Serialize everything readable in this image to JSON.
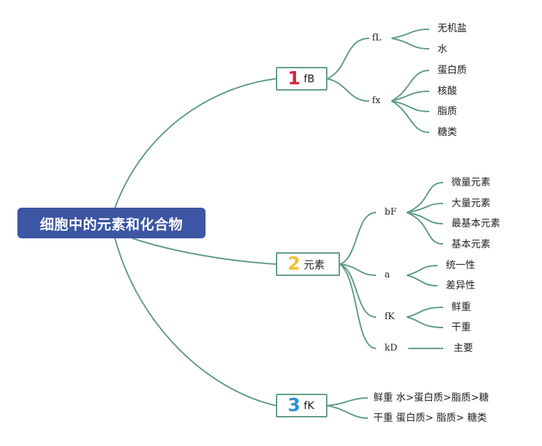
{
  "root": {
    "label": "细胞中的元素和化合物",
    "color": "#3c56a3"
  },
  "branches": [
    {
      "number": "1",
      "number_color": "#d7263d",
      "label": "fB",
      "children": [
        {
          "label": "fL",
          "leaves": [
            "无机盐",
            "水"
          ]
        },
        {
          "label": "fx",
          "leaves": [
            "蛋白质",
            "核酸",
            "脂质",
            "糖类"
          ]
        }
      ]
    },
    {
      "number": "2",
      "number_color": "#f2c12e",
      "label": "元素",
      "children": [
        {
          "label": "bF",
          "leaves": [
            "微量元素",
            "大量元素",
            "最基本元素",
            "基本元素"
          ]
        },
        {
          "label": "a",
          "leaves": [
            "统一性",
            "差异性"
          ]
        },
        {
          "label": "fK",
          "leaves": [
            "鲜重",
            "干重"
          ]
        },
        {
          "label": "kD",
          "leaves": [
            "主要"
          ]
        }
      ]
    },
    {
      "number": "3",
      "number_color": "#2b8fd6",
      "label": "fK",
      "notes": [
        "鲜重 水>蛋白质>脂质>糖",
        "干重 蛋白质> 脂质> 糖类"
      ]
    }
  ],
  "edge_color": "#5e9a86"
}
